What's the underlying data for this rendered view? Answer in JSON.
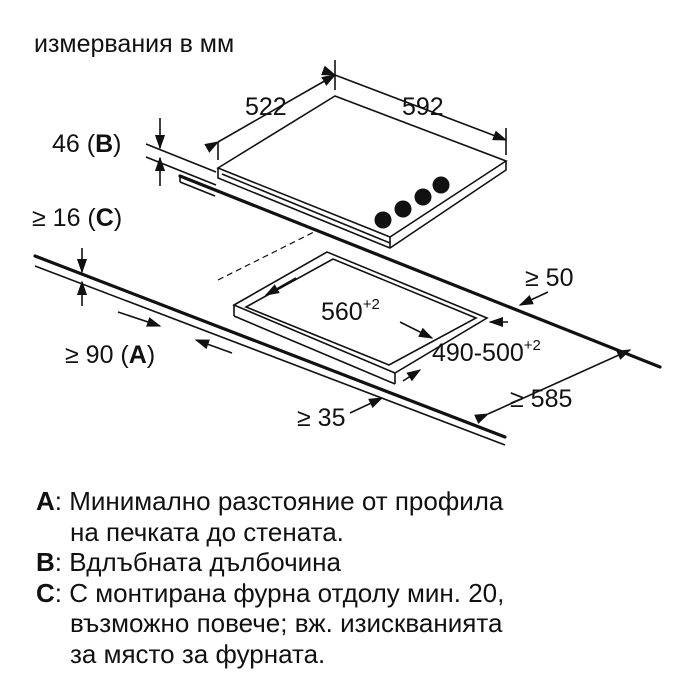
{
  "title": "измервания в мм",
  "dimensions": {
    "d522": "522",
    "d592": "592",
    "d46": "46",
    "d46_ref": "B",
    "d16_prefix": "≥ 16",
    "d16_ref": "C",
    "d50": "≥ 50",
    "d560": "560",
    "d560_tol": "+2",
    "d490": "490-500",
    "d490_tol": "+2",
    "d90_prefix": "≥ 90",
    "d90_ref": "A",
    "d585": "≥ 585",
    "d35": "≥ 35"
  },
  "legend": [
    {
      "key": "A",
      "lines": [
        "Минимално разстояние от профила",
        "на печката до стената."
      ]
    },
    {
      "key": "B",
      "lines": [
        "Вдлъбната дълбочина"
      ]
    },
    {
      "key": "C",
      "lines": [
        "С монтирана фурна отдолу мин. 20,",
        "възможно повече; вж. изискванията",
        "за място за фурната."
      ]
    }
  ]
}
